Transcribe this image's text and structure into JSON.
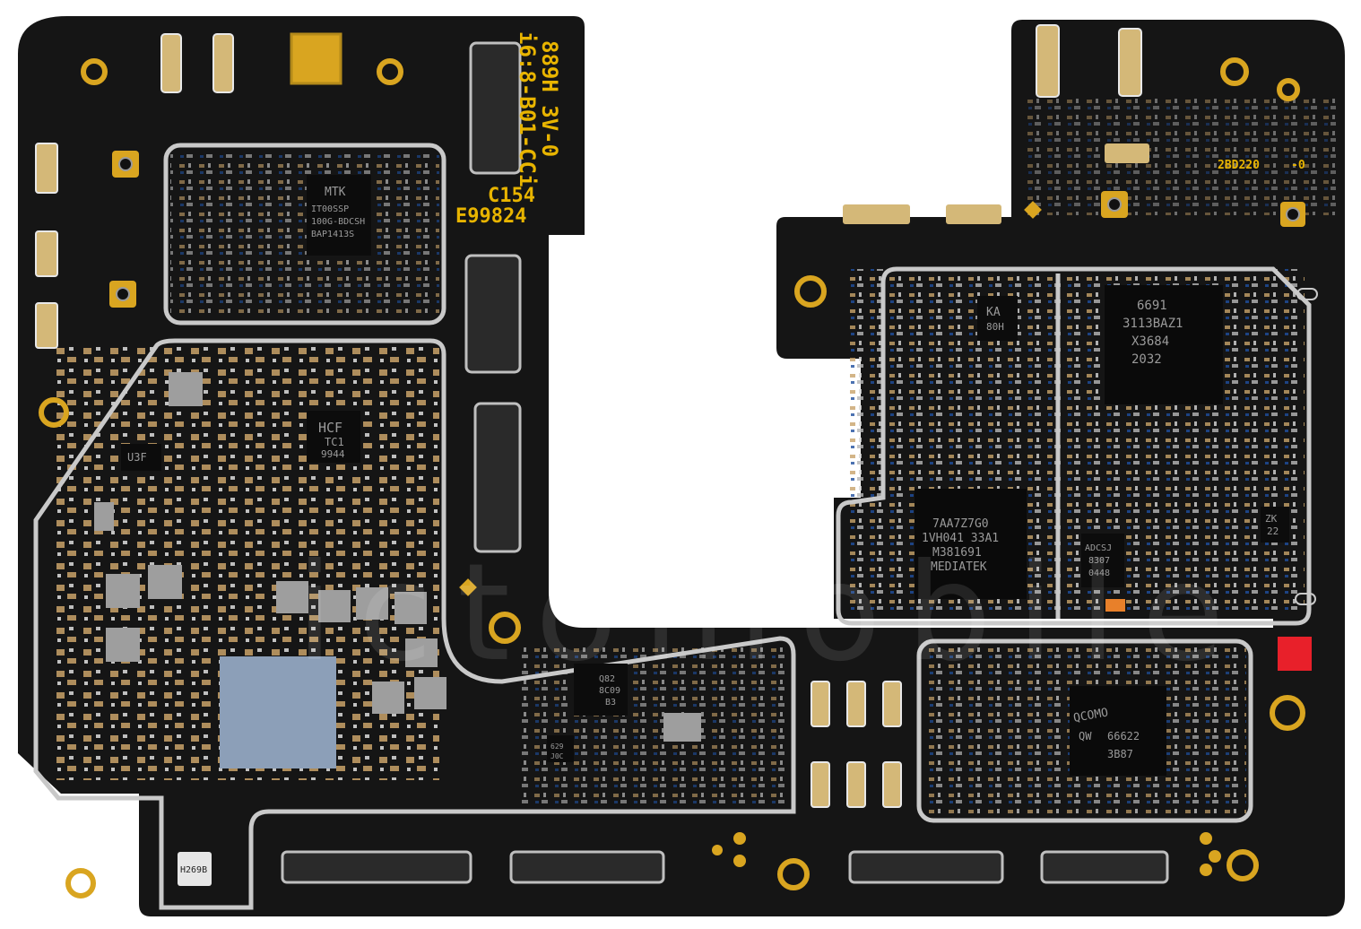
{
  "silkscreen": {
    "vertical_code_1": "889H 3V-0",
    "vertical_code_2": "i6:8-B01-CCi",
    "code_c154": "C154",
    "code_e99824": "E99824",
    "code_2bd220": "2BD220",
    "code_rev": "-0"
  },
  "chips": {
    "mtk": [
      "MTK",
      "IT00SSP",
      "100G-BDCSH",
      "BAP1413S"
    ],
    "hcf": [
      "HCF",
      "TC1",
      "9944"
    ],
    "u3f": [
      "U3F"
    ],
    "ka": [
      "KA",
      "80H"
    ],
    "rf_6691": [
      "6691",
      "3113BAZ1",
      "X3684",
      "2032"
    ],
    "mediatek": [
      "7AA7Z7G0",
      "1VH041 33A1",
      "M381691",
      "MEDIATEK"
    ],
    "adcsj": [
      "ADCSJ",
      "8307",
      "0448"
    ],
    "zk": [
      "ZK",
      "22"
    ],
    "qorvo": [
      "QCOMO",
      "QW",
      "66622",
      "3B87"
    ],
    "small_q82": [
      "Q82",
      "8C09",
      "B3"
    ],
    "small_629": [
      "629",
      "J0C"
    ],
    "h269b": [
      "H269B"
    ]
  },
  "colors": {
    "pcb": "#141414",
    "gold": "#d9a520",
    "shield": "#c9c9c9",
    "background": "#ffffff",
    "red_pad": "#e8202a"
  },
  "watermark": "ictomobile"
}
